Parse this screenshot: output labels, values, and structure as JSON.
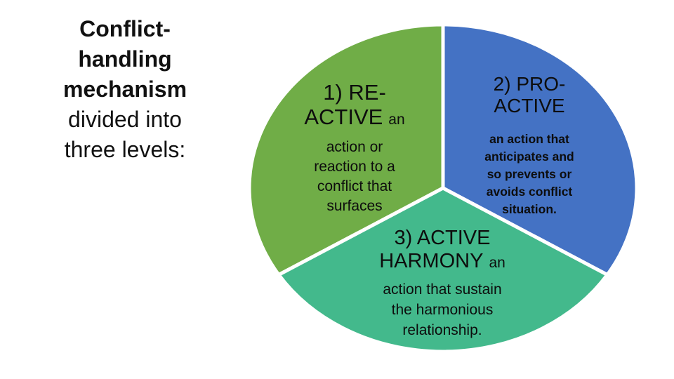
{
  "slide_title": {
    "bold_lines": [
      "Conflict-",
      "handling",
      "mechanism"
    ],
    "regular_lines": [
      "divided into",
      "three levels:"
    ]
  },
  "chart_data": {
    "type": "pie",
    "title": "Conflict-handling mechanism divided into three levels:",
    "legend_position": "none",
    "slices": [
      {
        "label": "1) RE-ACTIVE",
        "description": "an action or reaction to a conflict that surfaces",
        "value": 33.3,
        "color": "#70AD47"
      },
      {
        "label": "2) PRO-ACTIVE",
        "description": "an action that anticipates and so prevents or avoids conflict situation.",
        "value": 33.3,
        "color": "#4472C4"
      },
      {
        "label": "3) ACTIVE HARMONY",
        "description": "an action that sustain the harmonious relationship.",
        "value": 33.3,
        "color": "#43B98C"
      }
    ],
    "divider_color": "#ffffff"
  },
  "pie_labels": {
    "reactive": {
      "heading_line1": "1) RE-",
      "heading_line2": "ACTIVE",
      "heading_inline": "an",
      "body_lines": [
        "action or",
        "reaction to a",
        "conflict that",
        "surfaces"
      ]
    },
    "proactive": {
      "heading_line1": "2) PRO-",
      "heading_line2": "ACTIVE",
      "body_lines": [
        "an action that",
        "anticipates and",
        "so prevents or",
        "avoids conflict",
        "situation."
      ]
    },
    "harmony": {
      "heading_line1": "3) ACTIVE",
      "heading_line2": "HARMONY",
      "heading_inline": "an",
      "body_lines": [
        "action that sustain",
        "the harmonious",
        "relationship."
      ]
    }
  }
}
